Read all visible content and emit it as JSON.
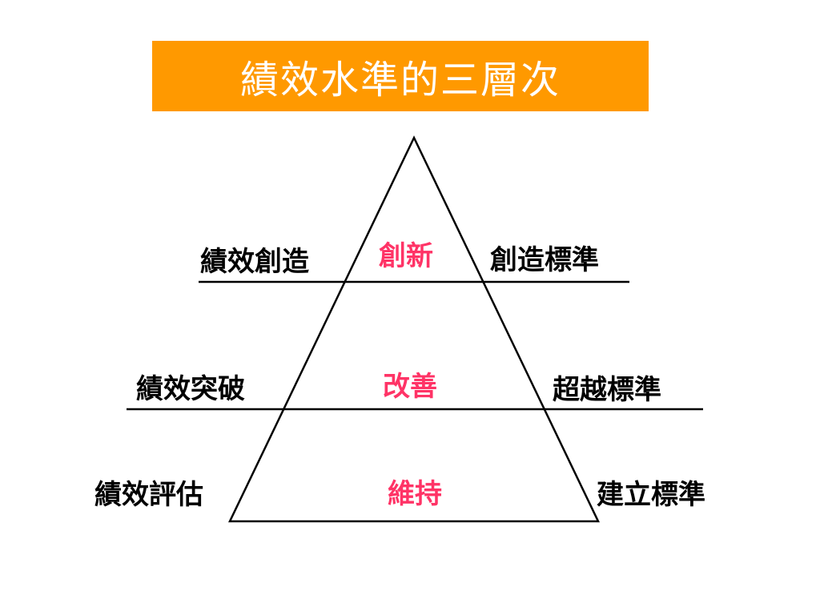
{
  "title": "績效水準的三層次",
  "colors": {
    "title_bg": "#FF9900",
    "title_text": "#FFFFFF",
    "middle_text": "#FF3366",
    "side_text": "#000000",
    "lines": "#000000"
  },
  "levels": [
    {
      "left": "績效創造",
      "middle": "創新",
      "right": "創造標準"
    },
    {
      "left": "績效突破",
      "middle": "改善",
      "right": "超越標準"
    },
    {
      "left": "績效評估",
      "middle": "維持",
      "right": "建立標準"
    }
  ]
}
